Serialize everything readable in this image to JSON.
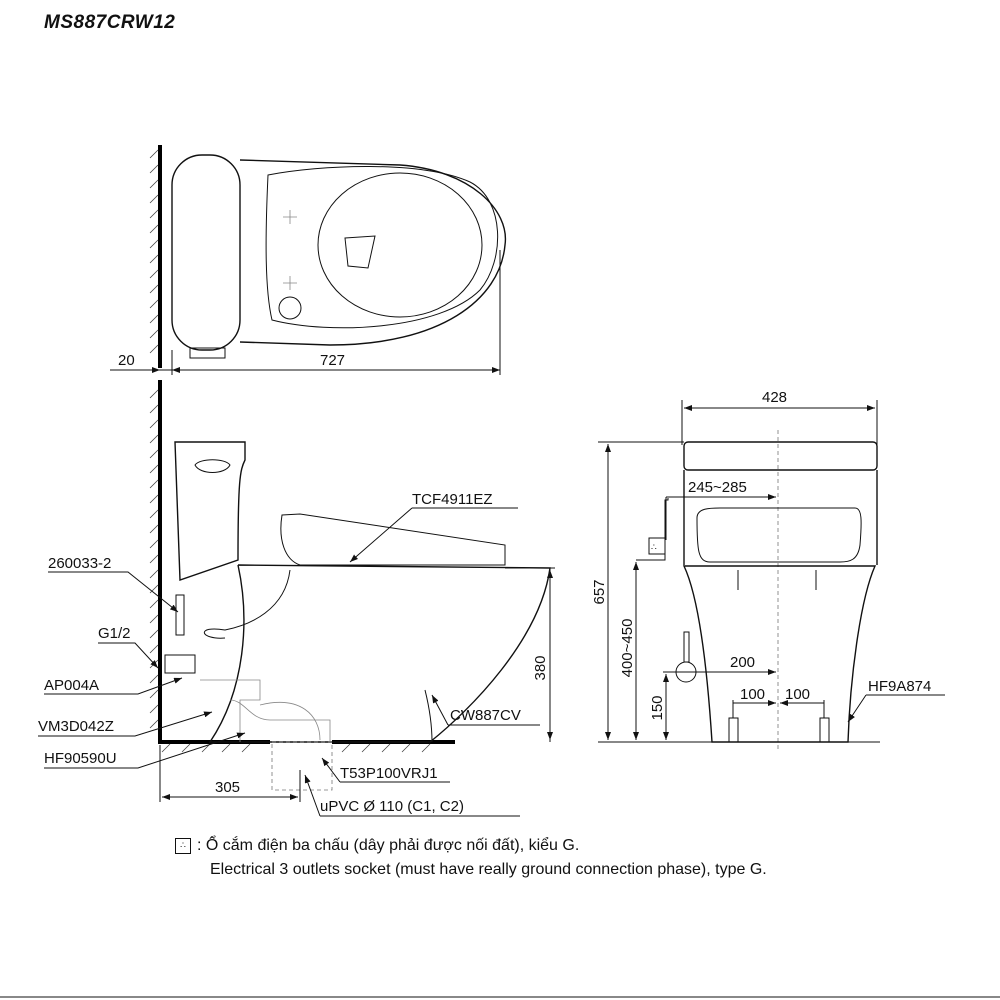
{
  "title": "MS887CRW12",
  "top_view": {
    "dim_wall_gap": "20",
    "dim_length": "727"
  },
  "side_view": {
    "labels": {
      "seat": "TCF4911EZ",
      "hose": "260033-2",
      "thread": "G1/2",
      "valve": "AP004A",
      "part_vm": "VM3D042Z",
      "part_hf": "HF90590U",
      "bowl": "CW887CV",
      "flange": "T53P100VRJ1",
      "pipe": "uPVC Ø 110 (C1, C2)"
    },
    "dim_seat_height": "380",
    "dim_rough_in": "305"
  },
  "front_view": {
    "dim_width": "428",
    "dim_height": "657",
    "dim_socket_offset": "245~285",
    "dim_socket_height": "400~450",
    "dim_inlet_offset": "200",
    "dim_inlet_height": "150",
    "dim_bolt_left": "100",
    "dim_bolt_right": "100",
    "bolt_label": "HF9A874"
  },
  "legend": {
    "icon": "socket-icon",
    "line_vi": ": Ổ cắm điện ba chấu (dây phải được nối đất), kiểu G.",
    "line_en": "Electrical 3 outlets socket (must have really ground connection phase), type G."
  }
}
